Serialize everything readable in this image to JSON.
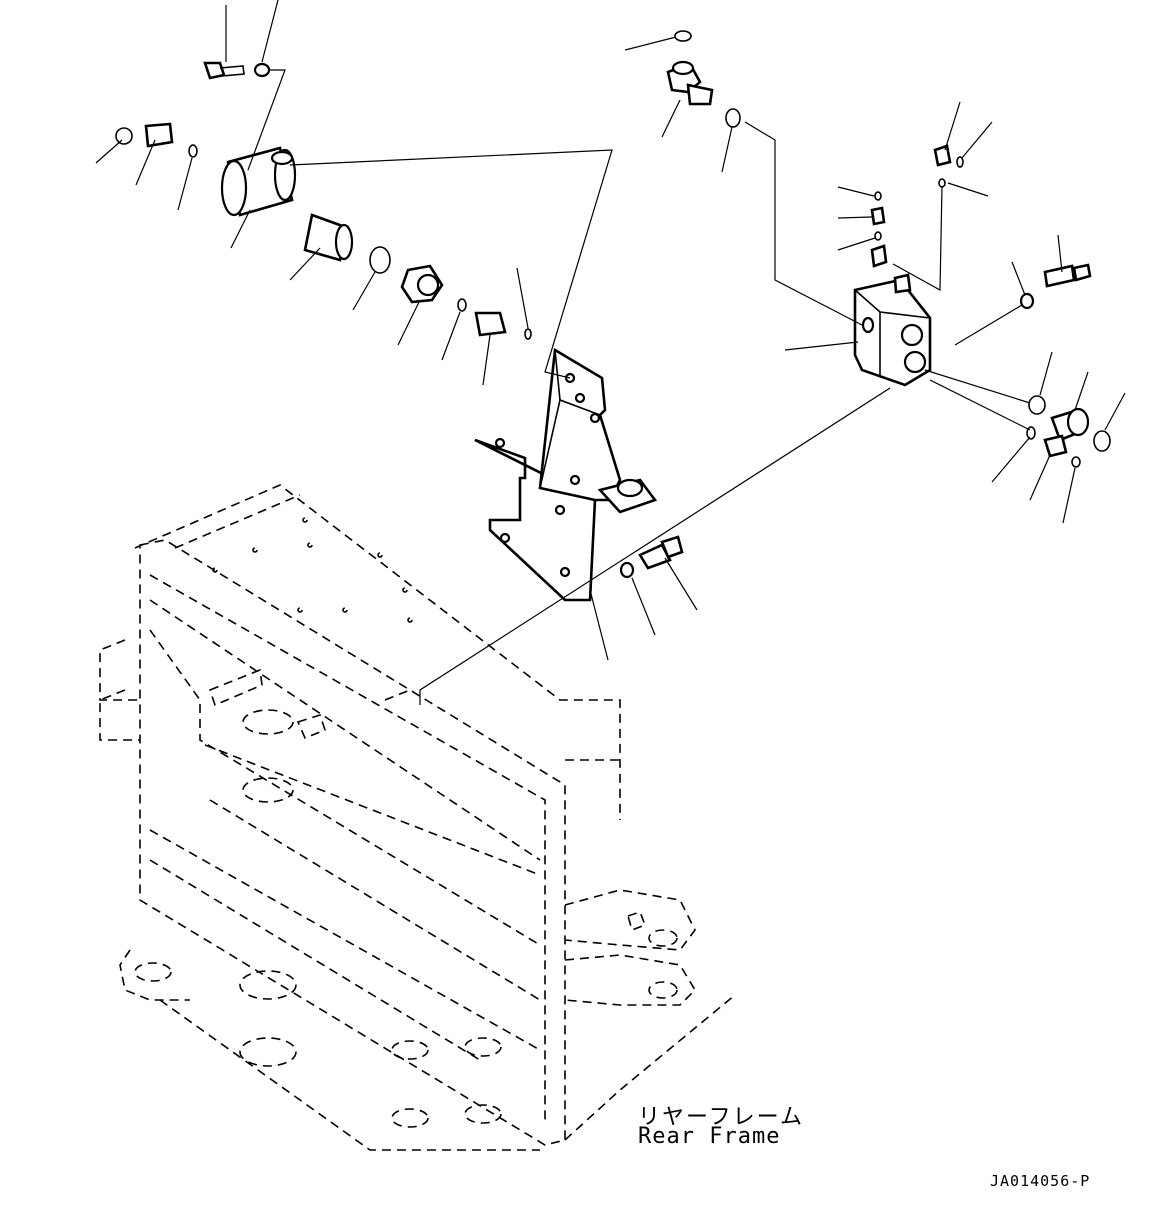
{
  "labels": {
    "rear_frame_jp": "リヤーフレーム",
    "rear_frame_en": "Rear Frame",
    "drawing_code": "JA014056-P"
  },
  "colors": {
    "line": "#000000",
    "background": "#ffffff"
  }
}
